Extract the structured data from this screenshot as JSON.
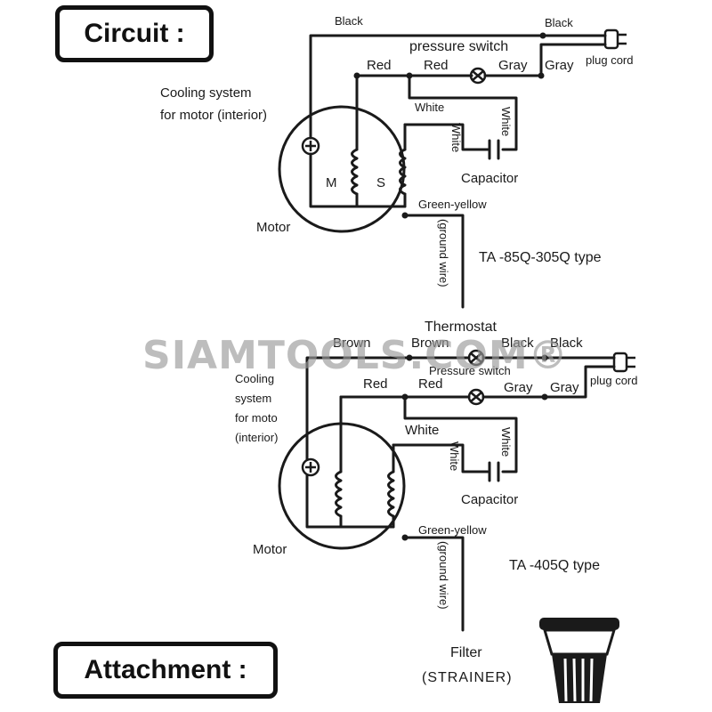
{
  "headings": {
    "circuit": "Circuit :",
    "attachment": "Attachment :"
  },
  "watermark": "SIAMTOOLS.COM®",
  "diagram_top": {
    "black_left": "Black",
    "black_right": "Black",
    "pressure_switch": "pressure switch",
    "red_1": "Red",
    "red_2": "Red",
    "gray_1": "Gray",
    "gray_2": "Gray",
    "plug_cord": "plug cord",
    "cooling_line1": "Cooling system",
    "cooling_line2": "for motor (interior)",
    "white_h": "White",
    "white_v1": "White",
    "white_v2": "White",
    "capacitor": "Capacitor",
    "m": "M",
    "s": "S",
    "green_yellow": "Green-yellow",
    "ground_wire": "(ground wire)",
    "motor": "Motor",
    "type": "TA -85Q-305Q type"
  },
  "diagram_bottom": {
    "thermostat": "Thermostat",
    "brown_1": "Brown",
    "brown_2": "Brown",
    "black_1": "Black",
    "black_2": "Black",
    "pressure_switch": "Pressure switch",
    "red_1": "Red",
    "red_2": "Red",
    "gray_1": "Gray",
    "gray_2": "Gray",
    "plug_cord": "plug cord",
    "cooling_line1": "Cooling",
    "cooling_line2": "system",
    "cooling_line3": "for moto",
    "cooling_line4": "(interior)",
    "white_h": "White",
    "white_v1": "White",
    "white_v2": "White",
    "capacitor": "Capacitor",
    "green_yellow": "Green-yellow",
    "ground_wire": "(ground wire)",
    "motor": "Motor",
    "type": "TA -405Q type"
  },
  "attachment": {
    "filter_line1": "Filter",
    "filter_line2": "(STRAINER)"
  }
}
